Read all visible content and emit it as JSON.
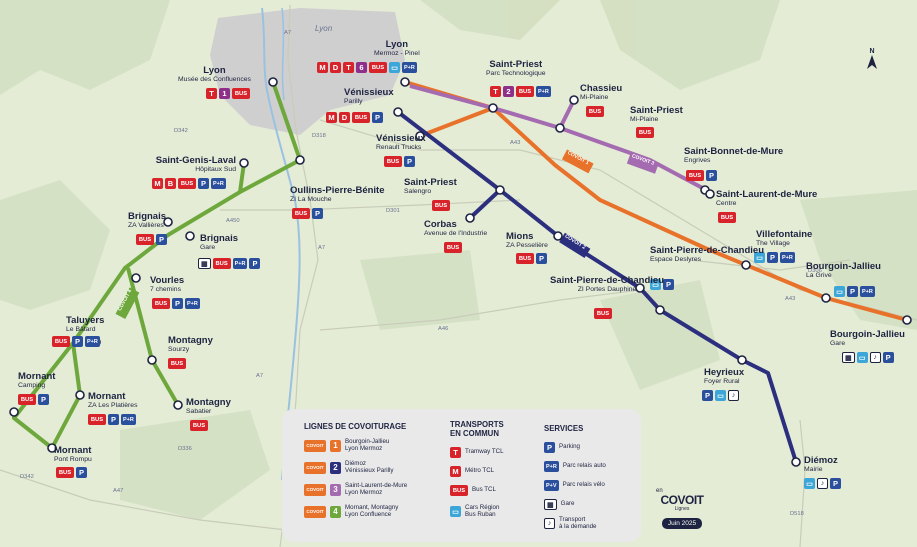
{
  "colors": {
    "line1": "#e8722a",
    "line2": "#2c2f7e",
    "line3": "#a46bb0",
    "line4": "#6ea83c",
    "bus_red": "#d8232a",
    "parking_blue": "#2a4f9c",
    "car_region_blue": "#3da6d8"
  },
  "map": {
    "city_name": "Lyon",
    "roads": [
      "A7",
      "A7",
      "D342",
      "D318",
      "A450",
      "D301",
      "A43",
      "A43",
      "D306",
      "A46",
      "A7",
      "D342",
      "A47",
      "D336",
      "D518"
    ]
  },
  "stops": [
    {
      "title": "Lyon",
      "subtitle": "Musée des Confluences",
      "badges": [
        [
          "t",
          "T"
        ],
        [
          "ln1",
          "1"
        ],
        [
          "bus",
          "BUS"
        ]
      ],
      "icon": "tram-metro-bus"
    },
    {
      "title": "Lyon",
      "subtitle": "Mermoz - Pinel",
      "badges": [
        [
          "m",
          "M"
        ],
        [
          "t",
          "D"
        ],
        [
          "t",
          "T"
        ],
        [
          "ln6",
          "6"
        ],
        [
          "bus",
          "BUS"
        ],
        [
          "car",
          "▭"
        ],
        [
          "pr",
          "P+R"
        ]
      ],
      "icon": "metro-tram-bus"
    },
    {
      "title": "Vénissieux",
      "subtitle": "Parilly",
      "badges": [
        [
          "m",
          "M"
        ],
        [
          "t",
          "D"
        ],
        [
          "bus",
          "BUS"
        ],
        [
          "p",
          "P"
        ]
      ],
      "icon": "metro-bus"
    },
    {
      "title": "Saint-Priest",
      "subtitle": "Parc Technologique",
      "badges": [
        [
          "t",
          "T"
        ],
        [
          "ln2",
          "2"
        ],
        [
          "bus",
          "BUS"
        ],
        [
          "pr",
          "P+R"
        ]
      ],
      "icon": "tram-bus"
    },
    {
      "title": "Chassieu",
      "subtitle": "Mi-Plaine",
      "badges": [
        [
          "bus",
          "BUS"
        ]
      ],
      "icon": "bus"
    },
    {
      "title": "Saint-Priest",
      "subtitle": "Mi-Plaine",
      "badges": [
        [
          "bus",
          "BUS"
        ]
      ],
      "icon": "bus"
    },
    {
      "title": "Vénissieux",
      "subtitle": "Renault Trucks",
      "badges": [
        [
          "bus",
          "BUS"
        ],
        [
          "p",
          "P"
        ]
      ],
      "icon": "bus"
    },
    {
      "title": "Saint-Bonnet-de-Mure",
      "subtitle": "Engrives",
      "badges": [
        [
          "bus",
          "BUS"
        ],
        [
          "p",
          "P"
        ]
      ],
      "icon": "bus"
    },
    {
      "title": "Saint-Laurent-de-Mure",
      "subtitle": "Centre",
      "badges": [
        [
          "bus",
          "BUS"
        ]
      ],
      "icon": "bus"
    },
    {
      "title": "Saint-Genis-Laval",
      "subtitle": "Hôpitaux Sud",
      "badges": [
        [
          "m",
          "M"
        ],
        [
          "t",
          "B"
        ],
        [
          "bus",
          "BUS"
        ],
        [
          "p",
          "P"
        ],
        [
          "pr",
          "P+R"
        ]
      ],
      "icon": "metro-bus"
    },
    {
      "title": "Oullins-Pierre-Bénite",
      "subtitle": "ZI La Mouche",
      "badges": [
        [
          "bus",
          "BUS"
        ],
        [
          "p",
          "P"
        ]
      ],
      "icon": "bus"
    },
    {
      "title": "Saint-Priest",
      "subtitle": "Salengro",
      "badges": [
        [
          "bus",
          "BUS"
        ]
      ],
      "icon": "bus"
    },
    {
      "title": "Corbas",
      "subtitle": "Avenue de l'Industrie",
      "badges": [
        [
          "bus",
          "BUS"
        ]
      ],
      "icon": "bus"
    },
    {
      "title": "Villefontaine",
      "subtitle": "The Village",
      "badges": [
        [
          "car",
          "▭"
        ],
        [
          "p",
          "P"
        ],
        [
          "pr",
          "P+R"
        ]
      ],
      "icon": "car"
    },
    {
      "title": "Brignais",
      "subtitle": "ZA Vallières",
      "badges": [
        [
          "bus",
          "BUS"
        ],
        [
          "p",
          "P"
        ]
      ],
      "icon": "bus"
    },
    {
      "title": "Brignais",
      "subtitle": "Gare",
      "badges": [
        [
          "gare",
          "▦"
        ],
        [
          "bus",
          "BUS"
        ],
        [
          "pr",
          "P+R"
        ],
        [
          "p",
          "P"
        ]
      ],
      "icon": "train"
    },
    {
      "title": "Mions",
      "subtitle": "ZA Pesselière",
      "badges": [
        [
          "bus",
          "BUS"
        ],
        [
          "p",
          "P"
        ]
      ],
      "icon": "bus"
    },
    {
      "title": "Saint-Pierre-de-Chandieu",
      "subtitle": "Espace Deslyres",
      "badges": [
        [
          "car",
          "▭"
        ],
        [
          "p",
          "P"
        ]
      ],
      "icon": "car"
    },
    {
      "title": "Bourgoin-Jallieu",
      "subtitle": "La Grive",
      "badges": [
        [
          "car",
          "▭"
        ],
        [
          "p",
          "P"
        ],
        [
          "pr",
          "P+R"
        ]
      ],
      "icon": "car"
    },
    {
      "title": "Vourles",
      "subtitle": "7 chemins",
      "badges": [
        [
          "bus",
          "BUS"
        ],
        [
          "p",
          "P"
        ],
        [
          "pr",
          "P+R"
        ]
      ],
      "icon": "bus"
    },
    {
      "title": "Saint-Pierre-de-Chandieu",
      "subtitle": "ZI Portes Dauphiné",
      "badges": [
        [
          "bus",
          "BUS"
        ]
      ],
      "icon": "bus"
    },
    {
      "title": "Taluyers",
      "subtitle": "Le Bâtard",
      "badges": [
        [
          "bus",
          "BUS"
        ],
        [
          "p",
          "P"
        ],
        [
          "pr",
          "P+R"
        ]
      ],
      "icon": "bus"
    },
    {
      "title": "Bourgoin-Jallieu",
      "subtitle": "Gare",
      "badges": [
        [
          "gare",
          "▦"
        ],
        [
          "car",
          "▭"
        ],
        [
          "td",
          "♪"
        ],
        [
          "p",
          "P"
        ]
      ],
      "icon": "train"
    },
    {
      "title": "Montagny",
      "subtitle": "Sourzy",
      "badges": [
        [
          "bus",
          "BUS"
        ]
      ],
      "icon": "bus"
    },
    {
      "title": "Mornant",
      "subtitle": "Camping",
      "badges": [
        [
          "bus",
          "BUS"
        ],
        [
          "p",
          "P"
        ]
      ],
      "icon": "bus"
    },
    {
      "title": "Mornant",
      "subtitle": "ZA Les Platières",
      "badges": [
        [
          "bus",
          "BUS"
        ],
        [
          "p",
          "P"
        ],
        [
          "pr",
          "P+R"
        ]
      ],
      "icon": "bus"
    },
    {
      "title": "Heyrieux",
      "subtitle": "Foyer Rural",
      "badges": [
        [
          "p",
          "P"
        ],
        [
          "car",
          "▭"
        ],
        [
          "td",
          "♪"
        ]
      ],
      "icon": "car"
    },
    {
      "title": "Montagny",
      "subtitle": "Sabatier",
      "badges": [
        [
          "bus",
          "BUS"
        ]
      ],
      "icon": "bus"
    },
    {
      "title": "Mornant",
      "subtitle": "Pont Rompu",
      "badges": [
        [
          "bus",
          "BUS"
        ],
        [
          "p",
          "P"
        ]
      ],
      "icon": "bus"
    },
    {
      "title": "Diémoz",
      "subtitle": "Mairie",
      "badges": [
        [
          "car",
          "▭"
        ],
        [
          "td",
          "♪"
        ],
        [
          "p",
          "P"
        ]
      ],
      "icon": "car"
    }
  ],
  "line_badges": [
    {
      "brand": "COVOIT",
      "number": "1"
    },
    {
      "brand": "COVOIT",
      "number": "2"
    },
    {
      "brand": "COVOIT",
      "number": "3"
    },
    {
      "brand": "COVOIT",
      "number": "4"
    }
  ],
  "legend": {
    "lines_title": "LIGNES DE COVOITURAGE",
    "lines": [
      {
        "number": "1",
        "brand": "COVOIT",
        "from": "Bourgoin-Jallieu",
        "to": "Lyon Mermoz"
      },
      {
        "number": "2",
        "brand": "COVOIT",
        "from": "Diémoz",
        "to": "Vénissieux Parilly"
      },
      {
        "number": "3",
        "brand": "COVOIT",
        "from": "Saint-Laurent-de-Mure",
        "to": "Lyon Mermoz"
      },
      {
        "number": "4",
        "brand": "COVOIT",
        "from": "Mornant, Montagny",
        "to": "Lyon Confluence"
      }
    ],
    "transports_title_1": "TRANSPORTS",
    "transports_title_2": "EN COMMUN",
    "transports": [
      {
        "symbol": "T",
        "kind": "t",
        "label": "Tramway TCL"
      },
      {
        "symbol": "M",
        "kind": "m",
        "label": "Métro TCL"
      },
      {
        "symbol": "BUS",
        "kind": "bus",
        "label": "Bus TCL"
      },
      {
        "symbol": "▭",
        "kind": "car",
        "label": "Cars Région",
        "label2": "Bus Ruban"
      }
    ],
    "services_title": "SERVICES",
    "services": [
      {
        "symbol": "P",
        "kind": "p",
        "label": "Parking"
      },
      {
        "symbol": "P+R",
        "kind": "pr",
        "label": "Parc relais auto"
      },
      {
        "symbol": "P+V",
        "kind": "pr",
        "label": "Parc relais vélo"
      },
      {
        "symbol": "▦",
        "kind": "gare",
        "label": "Gare"
      },
      {
        "symbol": "♪",
        "kind": "td",
        "label": "Transport",
        "label2": "à la demande"
      }
    ]
  },
  "brand": {
    "prefix": "en",
    "name": "COVOIT",
    "sub": "Lignes",
    "date": "Juin 2025"
  },
  "compass": "N"
}
